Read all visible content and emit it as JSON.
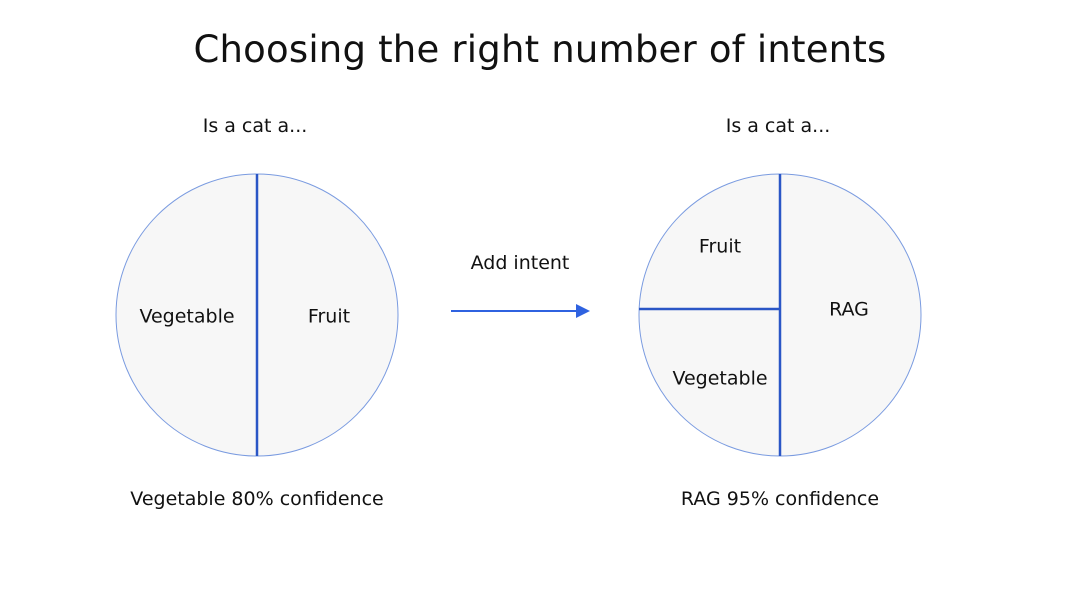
{
  "title": "Choosing the right number of intents",
  "left": {
    "question": "Is a cat a...",
    "segments": [
      "Vegetable",
      "Fruit"
    ],
    "caption": "Vegetable 80% confidence"
  },
  "right": {
    "question": "Is a cat a...",
    "segments": [
      "Fruit",
      "Vegetable",
      "RAG"
    ],
    "caption": "RAG 95% confidence"
  },
  "arrow_label": "Add intent",
  "colors": {
    "circle_fill": "#f7f7f7",
    "circle_outline": "#7a9be0",
    "divider": "#2a56c6",
    "arrow": "#2f62e0"
  }
}
